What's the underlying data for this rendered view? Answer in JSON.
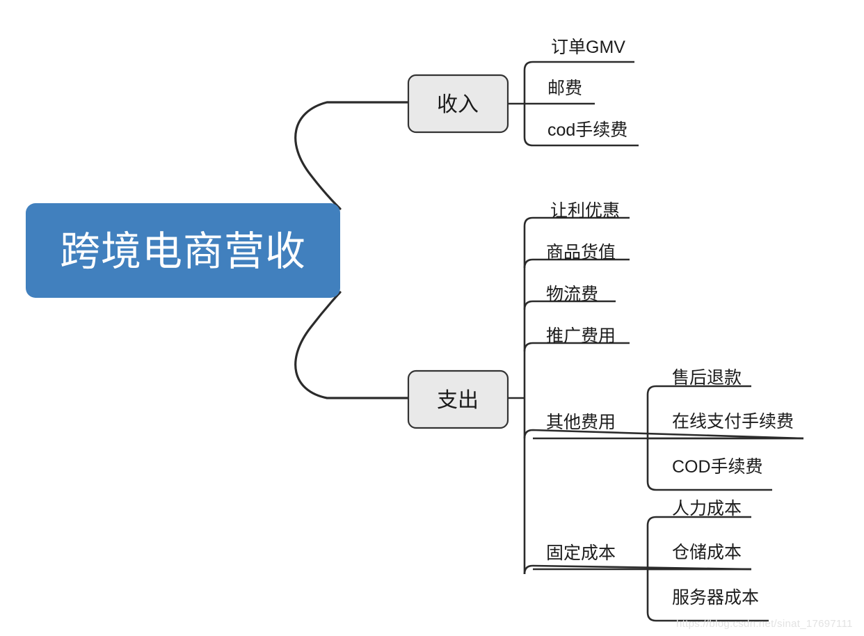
{
  "diagram": {
    "type": "mindmap",
    "title": "跨境电商营收",
    "root": {
      "label": "跨境电商营收",
      "fill": "#4180be",
      "text_color": "#ffffff"
    },
    "branches": [
      {
        "id": "income",
        "label": "收入",
        "fill": "#e9e9e9",
        "border": "#333333",
        "children": [
          {
            "label": "订单GMV"
          },
          {
            "label": "邮费"
          },
          {
            "label": "cod手续费"
          }
        ]
      },
      {
        "id": "expense",
        "label": "支出",
        "fill": "#e9e9e9",
        "border": "#333333",
        "children": [
          {
            "label": "让利优惠"
          },
          {
            "label": "商品货值"
          },
          {
            "label": "物流费"
          },
          {
            "label": "推广费用"
          },
          {
            "label": "其他费用",
            "children": [
              {
                "label": "售后退款"
              },
              {
                "label": "在线支付手续费"
              },
              {
                "label": "COD手续费"
              }
            ]
          },
          {
            "label": "固定成本",
            "children": [
              {
                "label": "人力成本"
              },
              {
                "label": "仓储成本"
              },
              {
                "label": "服务器成本"
              }
            ]
          }
        ]
      }
    ]
  },
  "watermark": {
    "text": "https://blog.csdn.net/sinat_17697111"
  }
}
